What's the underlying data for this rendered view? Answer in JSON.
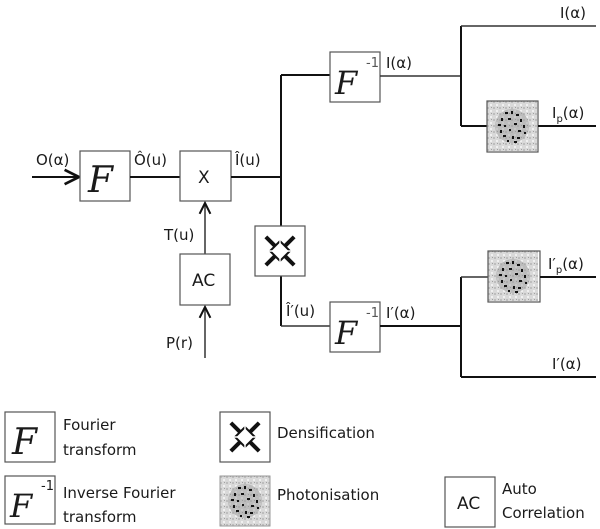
{
  "diagram": {
    "input_label": "O(α)",
    "fourier_output_label": "Ô(u)",
    "multiply_symbol": "X",
    "multiply_output_label": "Î(u)",
    "transfer_label": "T(u)",
    "autocorrelation_symbol": "AC",
    "pupil_label": "P(r)",
    "densified_label": "Î′(u)",
    "top_ifft_output_label": "I(α)",
    "bottom_ifft_output_label": "I′(α)",
    "top_branch_upper_label": "I(α)",
    "top_branch_lower_label_base": "I",
    "top_branch_lower_label_sub": "p",
    "top_branch_lower_label_tail": "(α)",
    "bottom_branch_upper_label_base": "I′",
    "bottom_branch_upper_label_sub": "p",
    "bottom_branch_upper_label_tail": "(α)",
    "bottom_branch_lower_label": "I′(α)",
    "fourier_symbol": "F",
    "inverse_superscript": "-1"
  },
  "legend": {
    "fourier": {
      "symbol": "F",
      "line1": "Fourier",
      "line2": "transform"
    },
    "inverse_fourier": {
      "symbol": "F",
      "superscript": "-1",
      "line1": "Inverse Fourier",
      "line2": "transform"
    },
    "densification": {
      "label": "Densification"
    },
    "photonisation": {
      "label": "Photonisation"
    },
    "autocorrelation": {
      "symbol": "AC",
      "line1": "Auto",
      "line2": "Correlation"
    }
  }
}
